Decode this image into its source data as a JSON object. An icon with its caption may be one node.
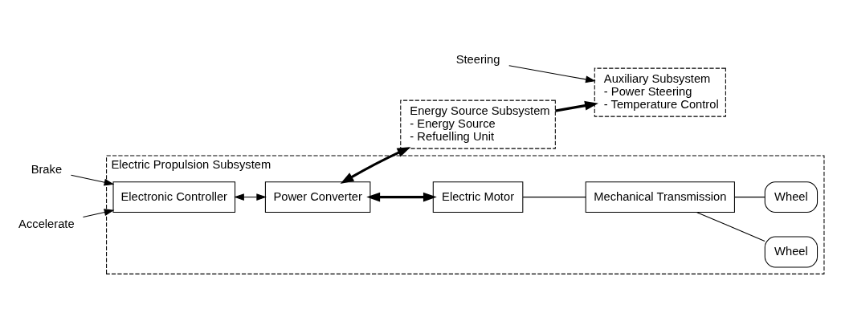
{
  "diagram": {
    "nodes": [
      {
        "text": [
          "Electric Propulsion Subsystem"
        ]
      },
      {
        "text": [
          "Electronic Controller"
        ],
        "in": 0
      },
      {
        "text": [
          "Power Converter"
        ],
        "in": 0
      },
      {
        "text": [
          "Electric Motor"
        ],
        "in": 0
      },
      {
        "text": [
          "Mechanical Transmission"
        ],
        "in": 0
      },
      {
        "text": [
          "Wheel"
        ],
        "in": 0
      },
      {
        "text": [
          "Wheel"
        ],
        "in": 0
      },
      {
        "text": [
          "Energy Source Subsystem",
          "- Energy Source",
          "- Refuelling Unit"
        ]
      },
      {
        "text": [
          "Auxiliary Subsystem",
          "- Power Steering",
          "- Temperature Control"
        ]
      },
      {
        "text": [
          "Brake"
        ]
      },
      {
        "text": [
          "Accelerate"
        ]
      },
      {
        "text": [
          "Steering"
        ]
      }
    ],
    "edges": [
      {
        "from": 9,
        "to": 1,
        "arrow": "to"
      },
      {
        "from": 10,
        "to": 1,
        "arrow": "to"
      },
      {
        "from": 1,
        "to": 2,
        "arrow": "both"
      },
      {
        "from": 2,
        "to": 3,
        "arrow": "both",
        "style": "thick"
      },
      {
        "from": 3,
        "to": 4,
        "arrow": "none"
      },
      {
        "from": 4,
        "to": 5,
        "arrow": "none"
      },
      {
        "from": 4,
        "to": 6,
        "arrow": "none"
      },
      {
        "from": 2,
        "to": 7,
        "arrow": "both",
        "style": "thick"
      },
      {
        "from": 7,
        "to": 8,
        "arrow": "to",
        "style": "thick"
      },
      {
        "from": 11,
        "to": 8,
        "arrow": "to"
      }
    ]
  }
}
